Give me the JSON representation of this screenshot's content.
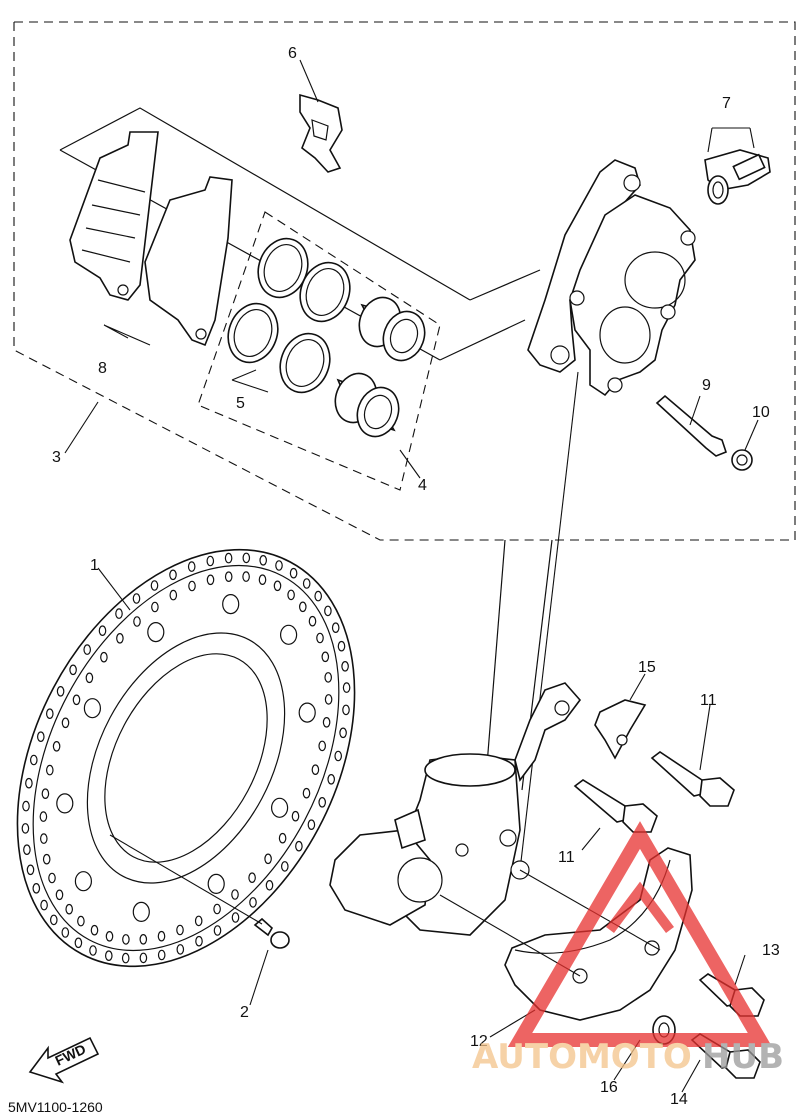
{
  "diagram": {
    "callouts": [
      "1",
      "2",
      "3",
      "4",
      "5",
      "6",
      "7",
      "8",
      "9",
      "10",
      "11",
      "11",
      "12",
      "13",
      "14",
      "15",
      "16"
    ],
    "drawing_code": "5MV1100-1260",
    "fwd_label": "FWD",
    "watermark": {
      "text_a": "AUTOMOTO",
      "text_b": "HUB",
      "color_a": "#f4c48a",
      "color_b": "#9a9a9a",
      "triangle_color": "#e8312f"
    }
  }
}
